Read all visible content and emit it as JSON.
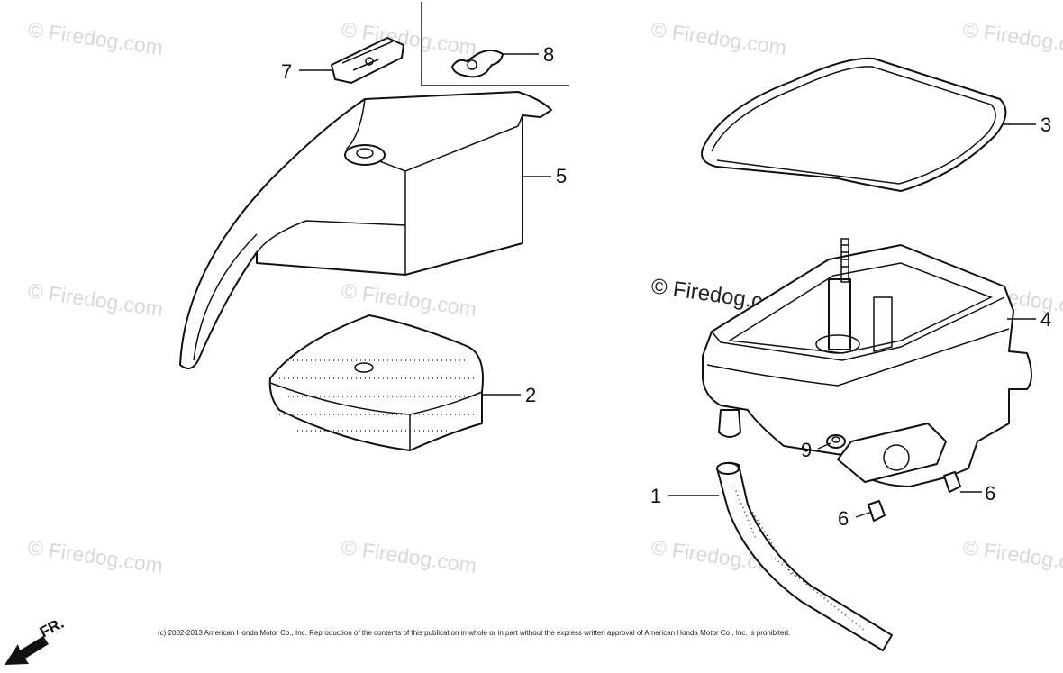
{
  "watermark": "© Firedog.com",
  "copyright": "(c) 2002-2013 American Honda Motor Co., Inc. Reproduction of the contents of this publication in whole or in part without the express written approval of American Honda Motor Co., Inc. is prohibited.",
  "direction_label": "FR.",
  "callouts": {
    "c1": "1",
    "c2": "2",
    "c3": "3",
    "c4": "4",
    "c5": "5",
    "c6a": "6",
    "c6b": "6",
    "c7": "7",
    "c8": "8",
    "c9": "9"
  }
}
